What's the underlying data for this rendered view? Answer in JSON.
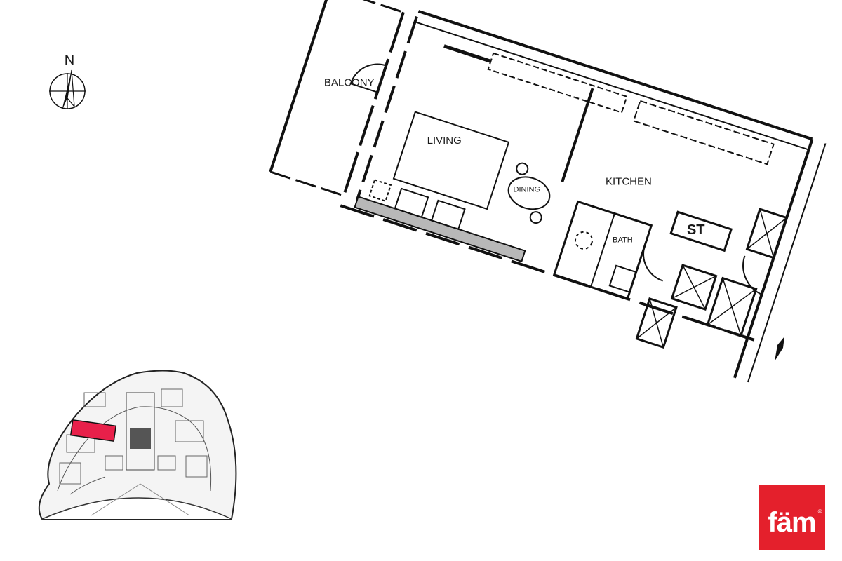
{
  "compass": {
    "north_label": "N"
  },
  "rooms": {
    "balcony": "BALCONY",
    "living": "LIVING",
    "dining": "DINING",
    "kitchen": "KITCHEN",
    "storage": "ST",
    "bath": "BATH"
  },
  "key_plan": {
    "highlight_color": "#e8204a"
  },
  "brand": {
    "logo_text": "fäm",
    "registered_mark": "®",
    "color": "#e4202c"
  },
  "colors": {
    "wall": "#111111",
    "glazing_fill": "#b8b8b8"
  }
}
